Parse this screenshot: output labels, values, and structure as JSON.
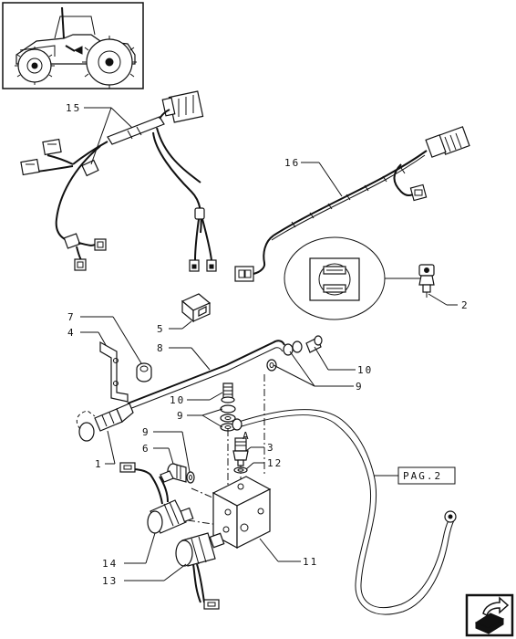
{
  "callouts": {
    "c15": "15",
    "c16": "16",
    "c2": "2",
    "c5": "5",
    "c7": "7",
    "c4": "4",
    "c8": "8",
    "c10a": "10",
    "c10b": "10",
    "c9a": "9",
    "c9b": "9",
    "c9c": "9",
    "c6": "6",
    "c1": "1",
    "c3": "3",
    "c12": "12",
    "c11": "11",
    "c14": "14",
    "c13": "13",
    "cA": "A"
  },
  "page_ref": "PAG.2",
  "icons": {
    "thumbnail": "tractor-thumbnail-icon",
    "next_page": "next-page-arrow-icon"
  }
}
